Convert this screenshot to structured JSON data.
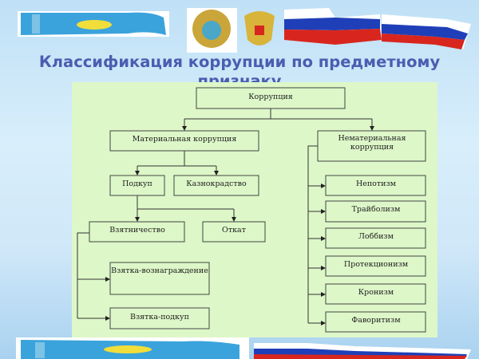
{
  "slide": {
    "title": "Классификация коррупции по предметному признаку"
  },
  "diagram": {
    "root": "Коррупция",
    "material": "Материальная коррупция",
    "nonmaterial_line1": "Нематериальная",
    "nonmaterial_line2": "коррупция",
    "podkup": "Подкуп",
    "kaznokradstvo": "Казнокрадство",
    "vzyatochnichestvo": "Взятничество",
    "otkat": "Откат",
    "vzyatka_reward": "Взятка-вознаграждение",
    "vzyatka_bribe": "Взятка-подкуп",
    "nonmaterial_items": [
      "Непотизм",
      "Трайболизм",
      "Лоббизм",
      "Протекционизм",
      "Кронизм",
      "Фаворитизм"
    ]
  },
  "colors": {
    "title": "#4a5db0",
    "panel": "#ddf7c8",
    "kz_flag": "#3aa3dc",
    "ru_white": "#ffffff",
    "ru_blue": "#1f3fb8",
    "ru_red": "#d8261e"
  }
}
